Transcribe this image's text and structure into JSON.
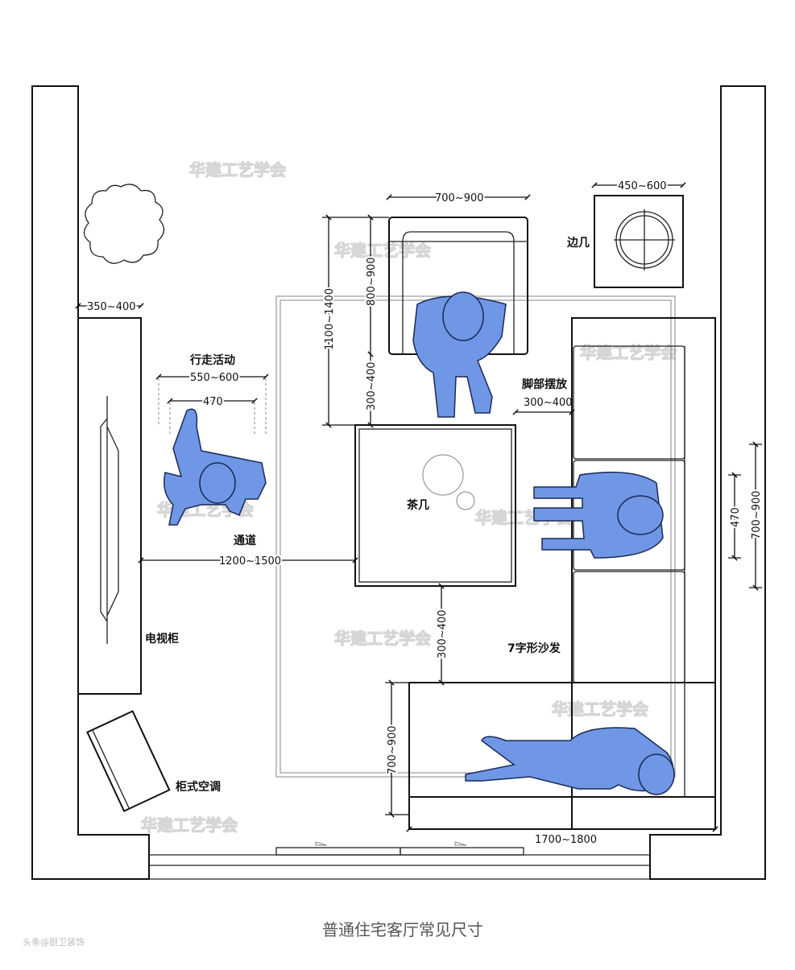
{
  "title": "普通住宅客厅常见尺寸",
  "credit": "头条@厨卫装饰",
  "watermark": "华建工艺学会",
  "labels": {
    "tv_cabinet": "电视柜",
    "ac": "柜式空调",
    "walking": "行走活动",
    "passage": "通道",
    "coffee_table": "茶几",
    "side_table": "边几",
    "foot_space": "脚部摆放",
    "sofa": "7字形沙发"
  },
  "dimensions": {
    "tv_depth": "350~400",
    "walk_width": "550~600",
    "body_width": "470",
    "passage_width": "1200~1500",
    "armchair_width": "700~900",
    "armchair_depth": "800~900",
    "armchair_total": "1100~1400",
    "armchair_gap": "300~400",
    "side_table_size": "450~600",
    "foot_gap": "300~400",
    "sofa_gap": "300~400",
    "seat_width": "470",
    "sofa_depth": "700~900",
    "chaise_depth": "700~900",
    "chaise_length": "1700~1800"
  }
}
